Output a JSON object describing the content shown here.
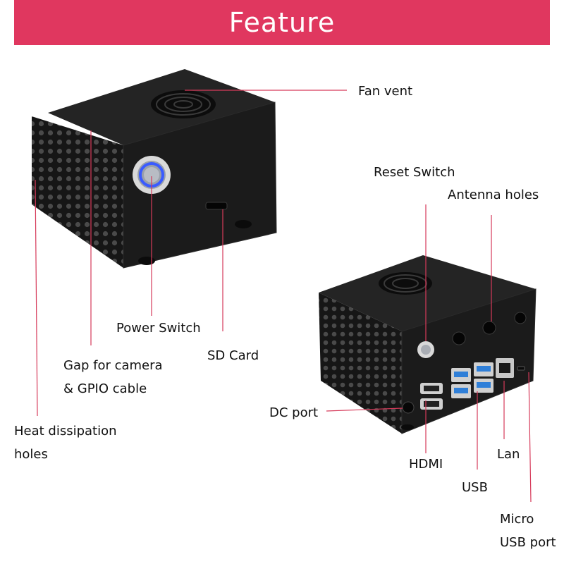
{
  "banner": {
    "title": "Feature",
    "color": "#e0375f"
  },
  "labels": {
    "fan_vent": "Fan vent",
    "reset_switch": "Reset Switch",
    "antenna_holes": "Antenna holes",
    "power_switch": "Power Switch",
    "sd_card": "SD Card",
    "gap_line1": "Gap for camera",
    "gap_line2": "& GPIO cable",
    "dc_port": "DC port",
    "heat_line1": "Heat dissipation",
    "heat_line2": "holes",
    "hdmi": "HDMI",
    "lan": "Lan",
    "usb": "USB",
    "micro_line1": "Micro",
    "micro_line2": "USB port"
  },
  "colors": {
    "case": "#161616",
    "case_edge": "#2a2a2a",
    "leader_line": "#d63a5a",
    "power_ring": "#3a5bff",
    "usb_blue": "#2f7fd8"
  }
}
